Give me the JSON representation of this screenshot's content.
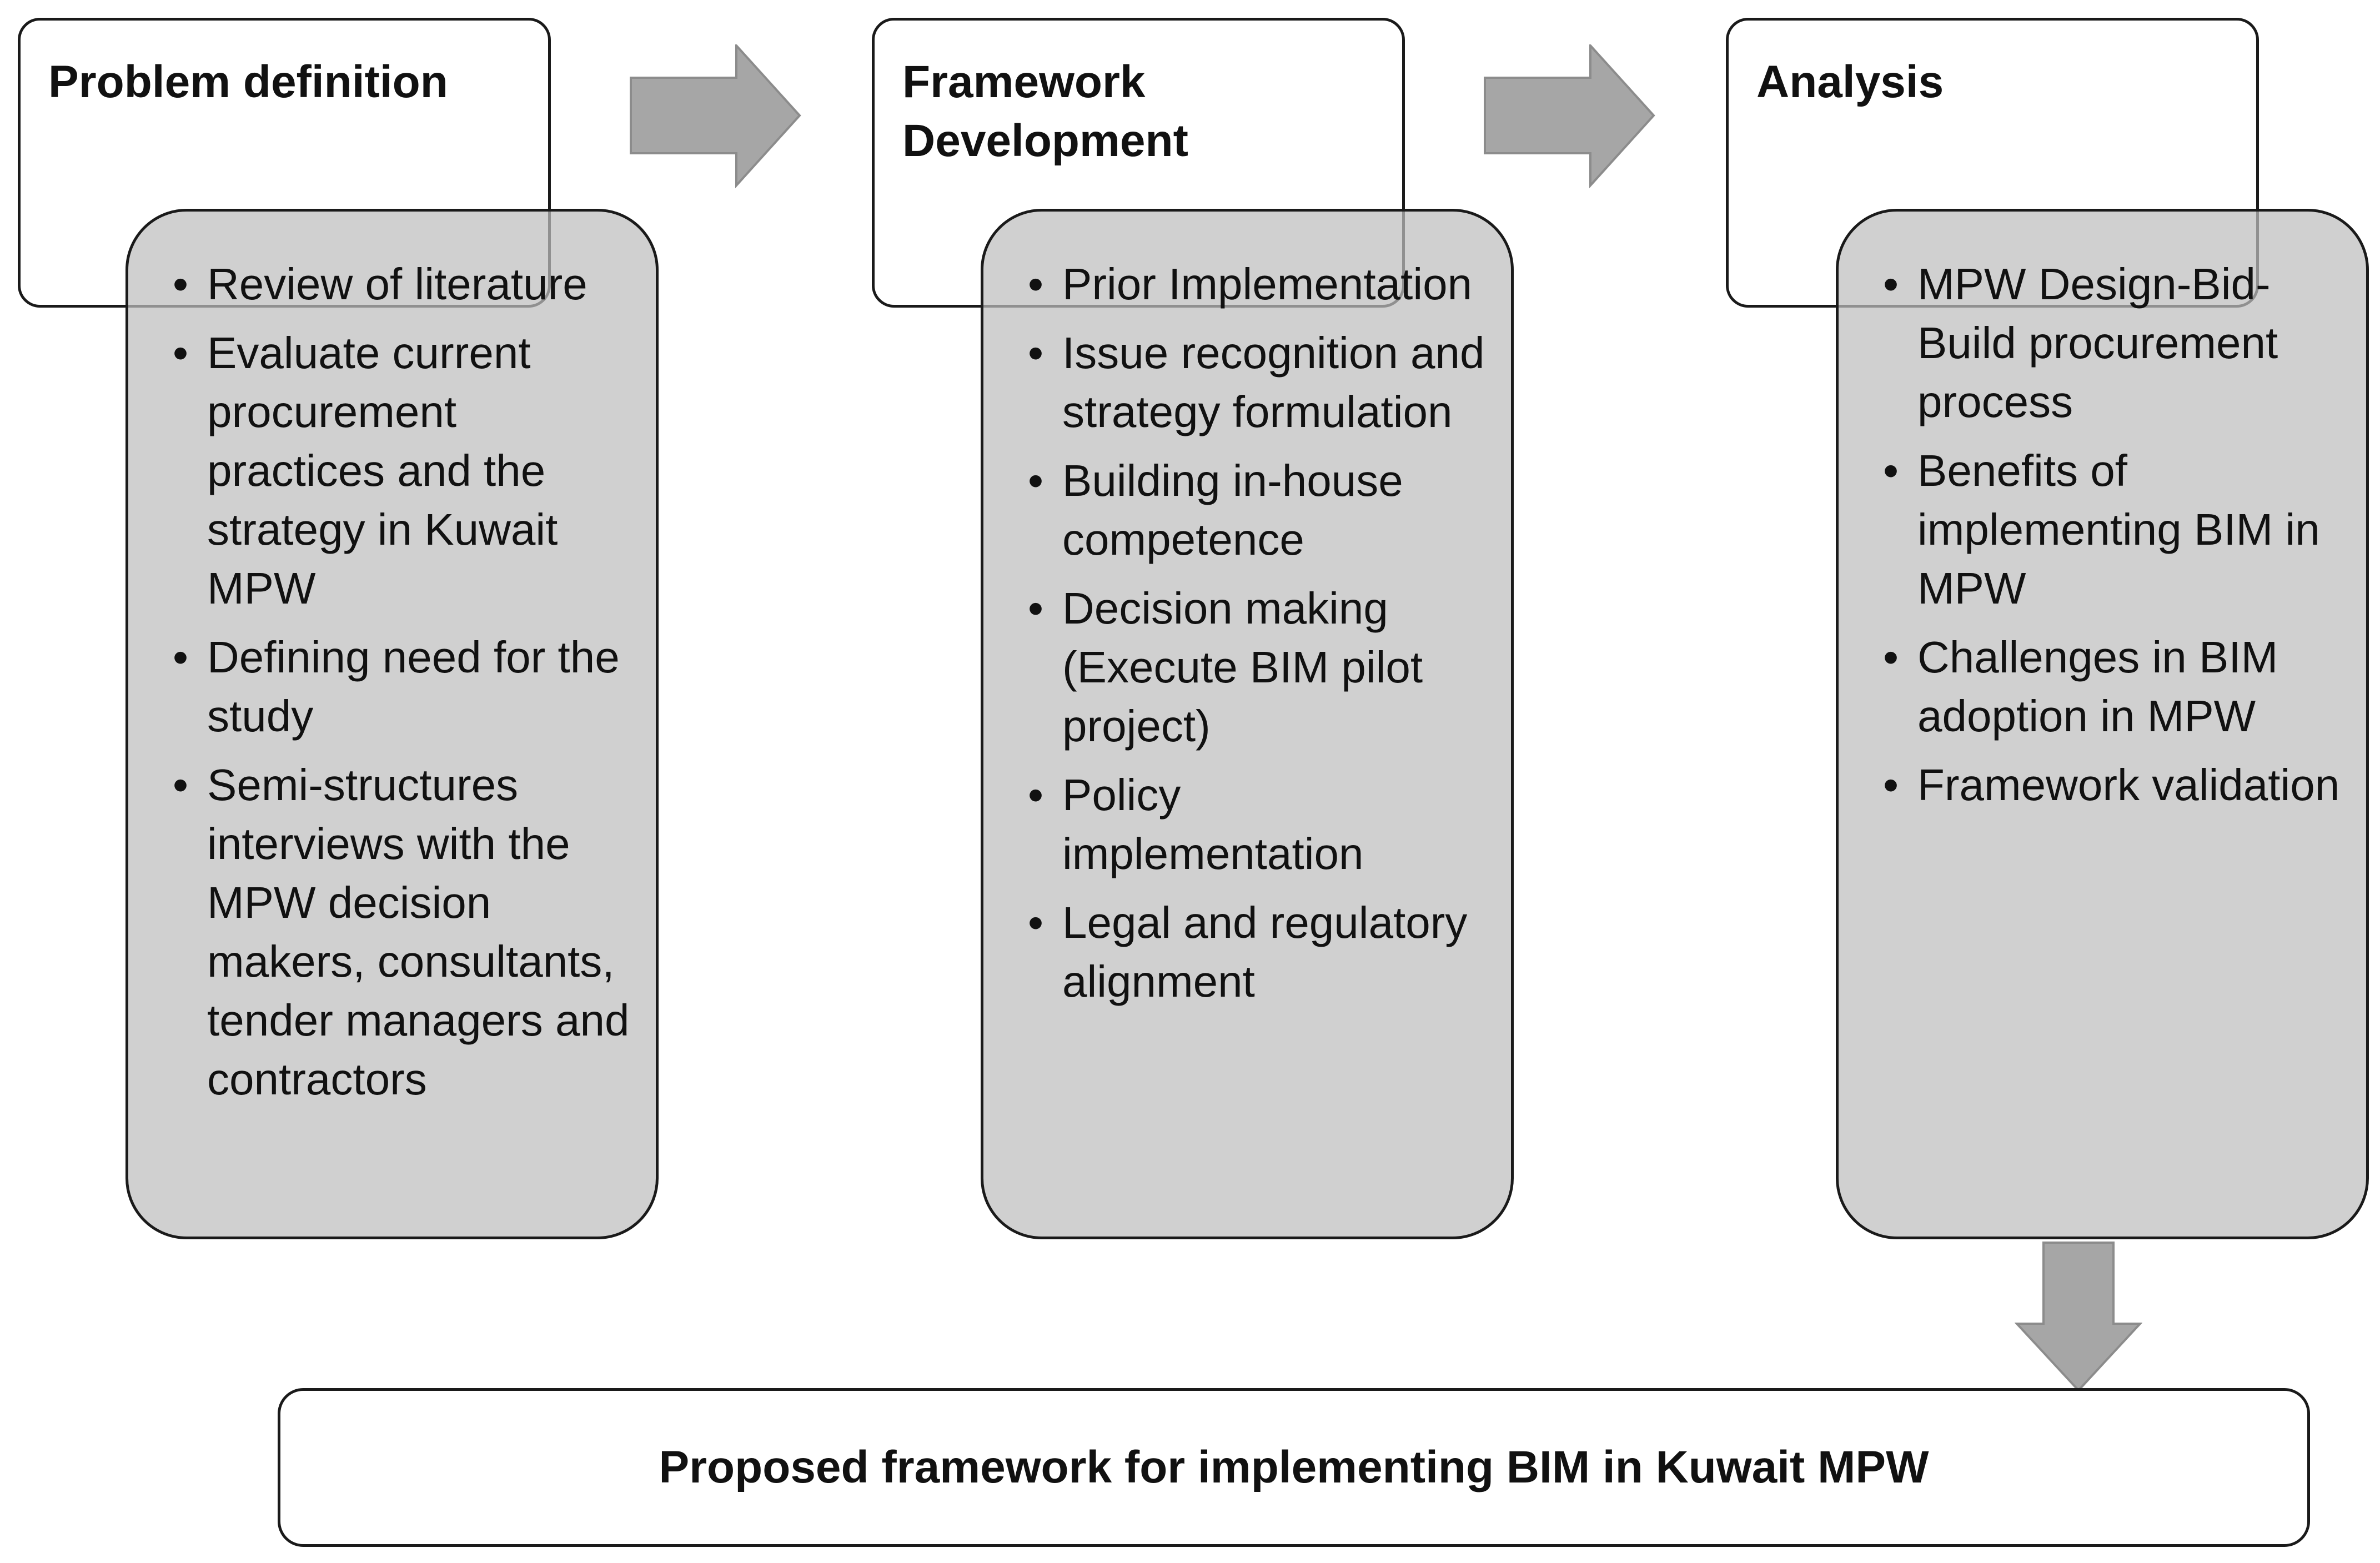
{
  "stages": [
    {
      "title": "Problem definition",
      "items": [
        "Review of literature",
        "Evaluate current procurement practices and the strategy in Kuwait MPW",
        "Defining  need for the study",
        "Semi-structures interviews with the MPW decision makers, consultants, tender managers and contractors"
      ]
    },
    {
      "title": "Framework\nDevelopment",
      "items": [
        "Prior Implementation",
        "Issue recognition and strategy formulation",
        "Building in-house competence",
        "Decision making (Execute BIM pilot project)",
        "Policy implementation",
        "Legal and regulatory alignment"
      ]
    },
    {
      "title": "Analysis",
      "items": [
        "MPW Design-Bid-Build procurement process",
        "Benefits of implementing BIM in MPW",
        "Challenges in BIM adoption in MPW",
        "Framework validation"
      ]
    }
  ],
  "result": {
    "label": "Proposed framework for implementing BIM in Kuwait MPW"
  },
  "colors": {
    "arrow_fill": "#a6a6a6",
    "arrow_stroke": "#8c8c8c",
    "content_fill": "#bebebe",
    "border": "#1a1a1a"
  }
}
